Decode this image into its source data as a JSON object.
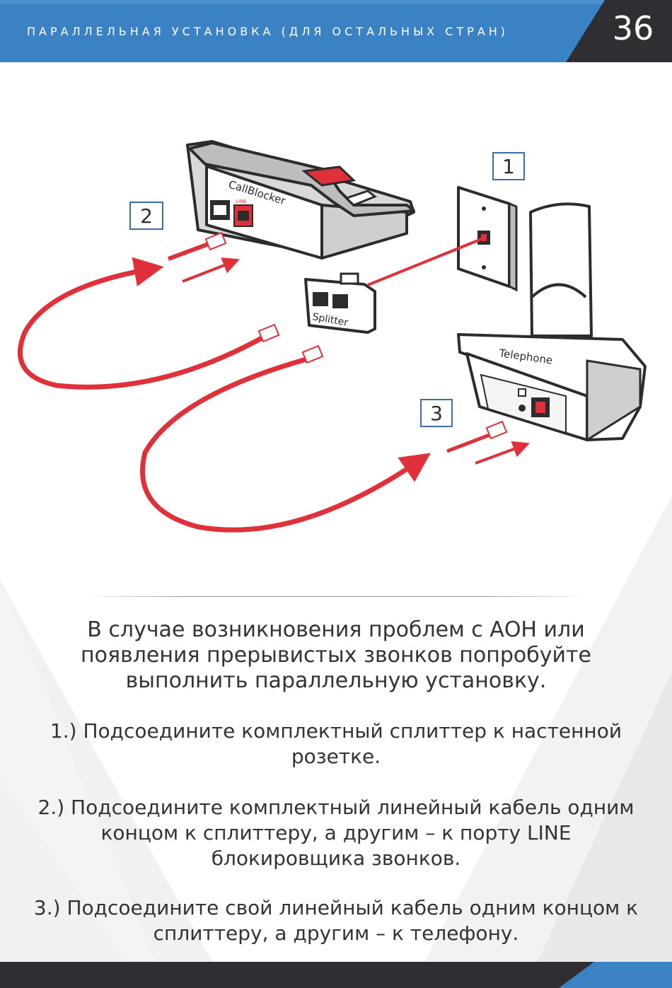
{
  "header": {
    "title": "ПАРАЛЛЕЛЬНАЯ УСТАНОВКА (ДЛЯ ОСТАЛЬНЫХ СТРАН)",
    "page_number": "36"
  },
  "diagram": {
    "callblocker_label": "CallBlocker",
    "line_port_label": "LINE",
    "splitter_label": "Splitter",
    "telephone_label": "Telephone",
    "markers": [
      "1",
      "2",
      "3"
    ]
  },
  "instructions": {
    "intro": "В случае возникновения проблем с АОН или появления прерывистых звонков попробуйте выполнить параллельную установку.",
    "steps": [
      "1.) Подсоедините комплектный сплиттер к настенной розетке.",
      "2.) Подсоедините комплектный линейный кабель одним концом к сплиттеру, а другим – к порту LINE блокировщика звонков.",
      "3.) Подсоедините свой линейный кабель одним концом к сплиттеру, а другим – к телефону."
    ]
  },
  "colors": {
    "header_blue": "#3a82c4",
    "header_dark": "#2f2f33",
    "cable_red": "#e0313a",
    "marker_blue": "#3a6ea5",
    "text": "#333333"
  }
}
